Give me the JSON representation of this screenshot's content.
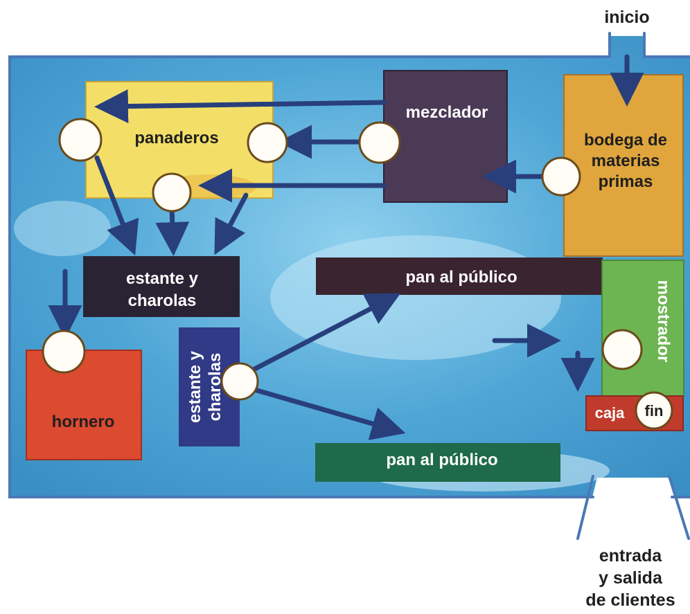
{
  "labels": {
    "inicio": "inicio",
    "panaderos": "panaderos",
    "mezclador": "mezclador",
    "bodega_1": "bodega de",
    "bodega_2": "materias",
    "bodega_3": "primas",
    "estante1_1": "estante y",
    "estante1_2": "charolas",
    "estante2_1": "estante y",
    "estante2_2": "charolas",
    "hornero": "hornero",
    "pan_top": "pan al público",
    "pan_bottom": "pan al público",
    "mostrador": "mostrador",
    "caja": "caja",
    "fin": "fin",
    "entrada_1": "entrada",
    "entrada_2": "y salida",
    "entrada_3": "de clientes"
  },
  "colors": {
    "wall": "#4a78b6",
    "floor": "#5fb0d8",
    "panaderos": "#f3df68",
    "mezclador": "#4b3a55",
    "bodega": "#e0a53c",
    "estante_top": "#2a2334",
    "estante_side": "#313a86",
    "hornero": "#dc4a30",
    "pan_top": "#3a2430",
    "pan_bottom": "#1f6a4a",
    "mostrador": "#6db552",
    "caja": "#c03b2c",
    "arrow": "#283f7c",
    "station": "#fffdf5",
    "text_dark": "#1f1f1f",
    "text_light": "#ffffff"
  }
}
